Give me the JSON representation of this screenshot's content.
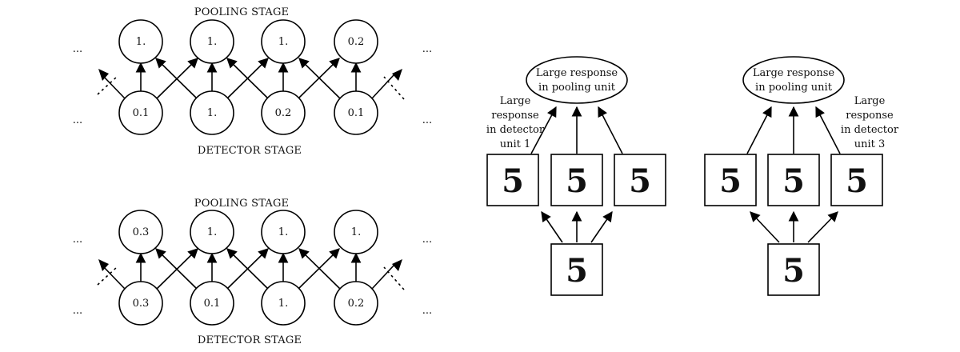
{
  "pooling_diagrams": [
    {
      "pool_label": "POOLING STAGE",
      "detector_label": "DETECTOR STAGE",
      "pool_values": [
        "1.",
        "1.",
        "1.",
        "0.2"
      ],
      "detector_values": [
        "0.1",
        "1.",
        "0.2",
        "0.1"
      ],
      "ellipsis": "..."
    },
    {
      "pool_label": "POOLING STAGE",
      "detector_label": "DETECTOR STAGE",
      "pool_values": [
        "0.3",
        "1.",
        "1.",
        "1."
      ],
      "detector_values": [
        "0.3",
        "0.1",
        "1.",
        "0.2"
      ],
      "ellipsis": "..."
    }
  ],
  "invariance_diagrams": [
    {
      "pool_unit_lines": [
        "Large response",
        "in pooling unit"
      ],
      "detector_note_lines": [
        "Large",
        "response",
        "in detector",
        "unit 1"
      ],
      "filter_digits": [
        "5",
        "5",
        "5"
      ],
      "input_digit": "5"
    },
    {
      "pool_unit_lines": [
        "Large response",
        "in pooling unit"
      ],
      "detector_note_lines": [
        "Large",
        "response",
        "in detector",
        "unit 3"
      ],
      "filter_digits": [
        "5",
        "5",
        "5"
      ],
      "input_digit": "5"
    }
  ]
}
